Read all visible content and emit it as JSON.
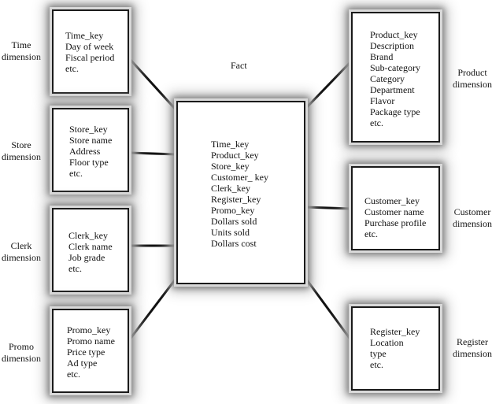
{
  "fact": {
    "title": "Fact",
    "items": [
      "Time_key",
      "Product_key",
      "Store_key",
      "Customer_ key",
      "Clerk_key",
      "Register_key",
      "Promo_key",
      "Dollars sold",
      "Units sold",
      "Dollars cost"
    ]
  },
  "dimensions": {
    "time": {
      "label": [
        "Time",
        "dimension"
      ],
      "items": [
        "Time_key",
        "Day of week",
        "Fiscal period",
        "etc."
      ]
    },
    "store": {
      "label": [
        "Store",
        "dimension"
      ],
      "items": [
        "Store_key",
        "Store name",
        "Address",
        "Floor type",
        "etc."
      ]
    },
    "clerk": {
      "label": [
        "Clerk",
        "dimension"
      ],
      "items": [
        "Clerk_key",
        "Clerk name",
        "Job grade",
        "etc."
      ]
    },
    "promo": {
      "label": [
        "Promo",
        "dimension"
      ],
      "items": [
        "Promo_key",
        "Promo name",
        "Price type",
        "Ad type",
        "etc."
      ]
    },
    "product": {
      "label": [
        "Product",
        "dimension"
      ],
      "items": [
        "Product_key",
        "Description",
        "Brand",
        "Sub-category",
        "Category",
        "Department",
        "Flavor",
        "Package type",
        "etc."
      ]
    },
    "customer": {
      "label": [
        "Customer",
        "dimension"
      ],
      "items": [
        "Customer_key",
        "Customer name",
        "Purchase profile",
        "etc."
      ]
    },
    "register": {
      "label": [
        "Register",
        "dimension"
      ],
      "items": [
        "Register_key",
        "Location",
        "type",
        "etc."
      ]
    }
  },
  "colors": {
    "line": "#111111",
    "box_border": "#1a1a1a",
    "shadow": "#7a7a7a"
  }
}
